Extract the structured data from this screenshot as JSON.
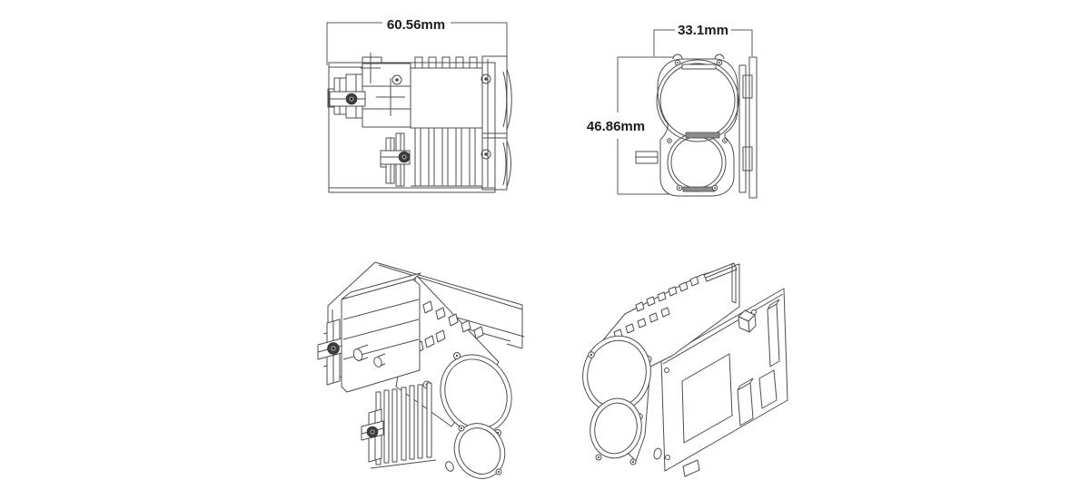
{
  "page": {
    "background": "#ffffff",
    "kind": "technical-drawing"
  },
  "drawing": {
    "line_color": "#4d4d4d",
    "dim_line_color": "#5a5a5a",
    "text_color": "#1c1c1c",
    "screw_fill": "#3d3d3d",
    "clamp_bar_fill": "#8c8c8c"
  },
  "dimensions": {
    "side_view_width": "60.56mm",
    "front_view_width": "33.1mm",
    "front_view_height": "46.86mm"
  }
}
